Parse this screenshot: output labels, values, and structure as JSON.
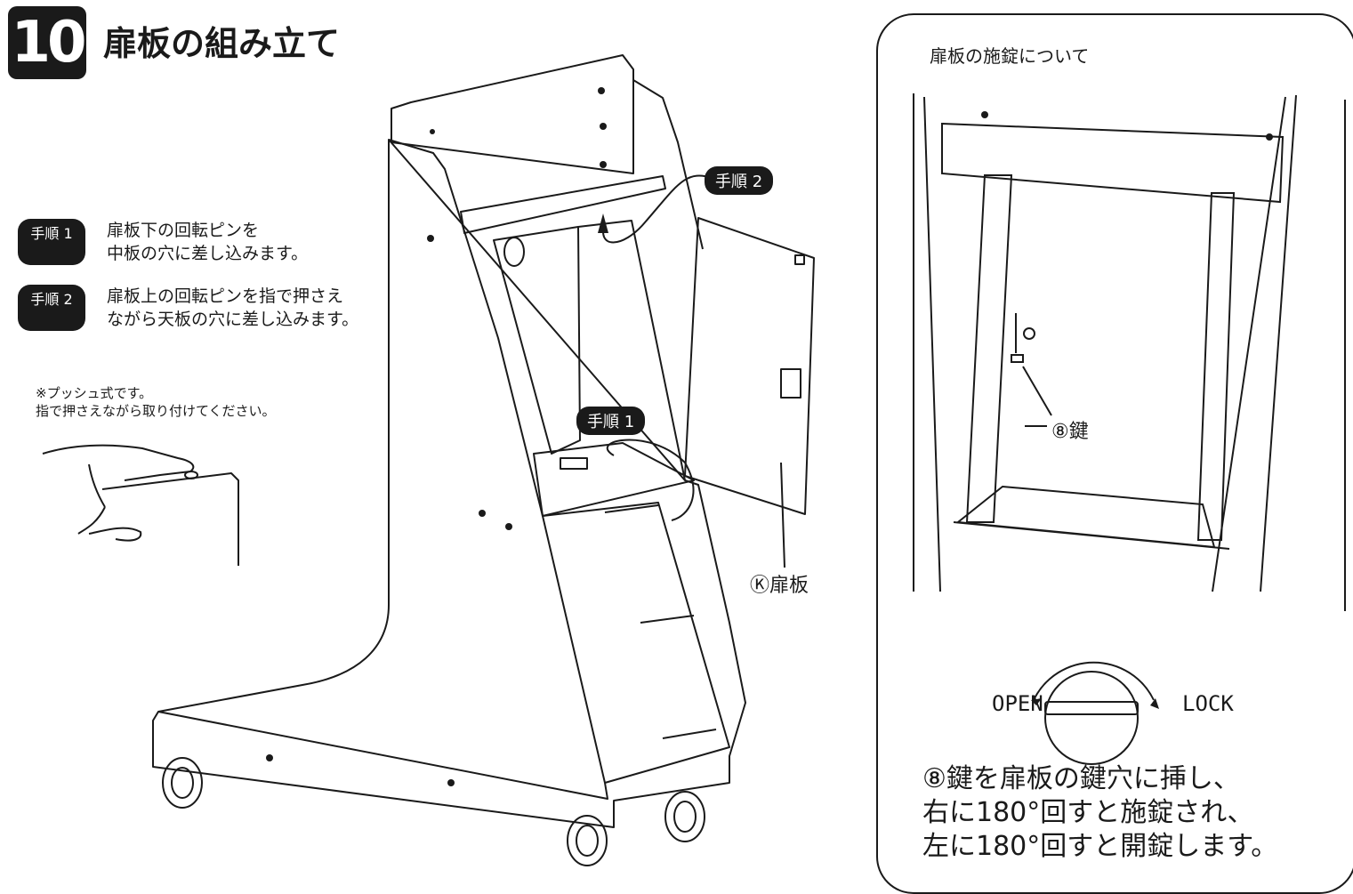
{
  "step_number": "10",
  "title": "扉板の組み立て",
  "steps": [
    {
      "label": "手順 1",
      "lines": [
        "扉板下の回転ピンを",
        "中板の穴に差し込みます。"
      ]
    },
    {
      "label": "手順 2",
      "lines": [
        "扉板上の回転ピンを指で押さえ",
        "ながら天板の穴に差し込みます。"
      ]
    }
  ],
  "note": [
    "※プッシュ式です。",
    "指で押さえながら取り付けてください。"
  ],
  "callouts": {
    "step2": "手順 2",
    "step1": "手順 1",
    "door": "Ⓚ扉板"
  },
  "side_panel": {
    "title": "扉板の施錠について",
    "key_label": "⑧鍵",
    "open": "OPEN",
    "lock": "LOCK",
    "instructions": [
      "⑧鍵を扉板の鍵穴に挿し、",
      "右に180°回すと施錠され、",
      "左に180°回すと開錠します。"
    ]
  }
}
